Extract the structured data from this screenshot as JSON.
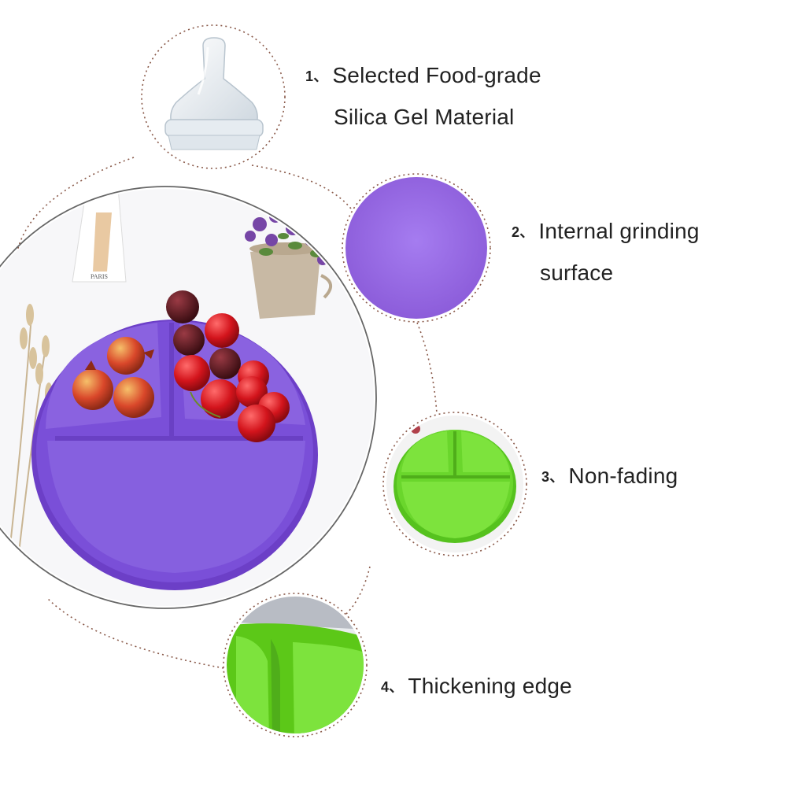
{
  "features": [
    {
      "number": "1、",
      "lines": [
        "Selected Food-grade",
        "Silica Gel Material"
      ],
      "icon": "baby-bottle-nipple"
    },
    {
      "number": "2、",
      "lines": [
        "Internal grinding",
        "surface"
      ],
      "icon": "purple-surface-closeup"
    },
    {
      "number": "3、",
      "lines": [
        "Non-fading"
      ],
      "icon": "green-divided-plate"
    },
    {
      "number": "4、",
      "lines": [
        "Thickening edge"
      ],
      "icon": "green-edge-closeup"
    }
  ],
  "main_image": {
    "subject": "purple-divided-suction-plate-with-fruit",
    "box_label": "PARIS"
  },
  "colors": {
    "purple_plate": "#7a4fd8",
    "purple_surface": "#9b6be6",
    "green_plate": "#6ad62c",
    "dotted_line": "#8a5a4a",
    "text": "#222222"
  }
}
